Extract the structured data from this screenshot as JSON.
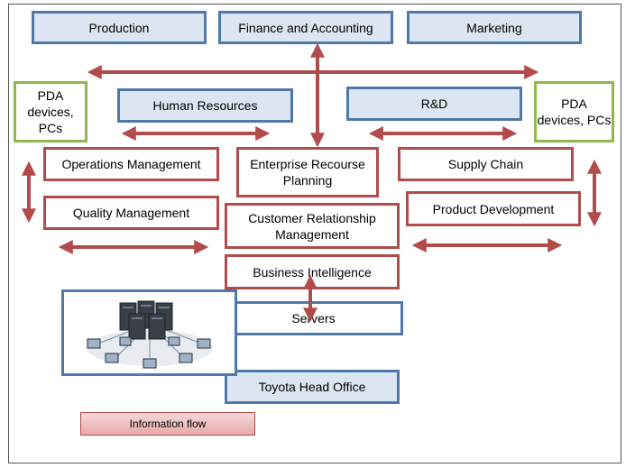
{
  "top_row": {
    "production": "Production",
    "finance": "Finance and Accounting",
    "marketing": "Marketing"
  },
  "pda_left": "PDA devices, PCs",
  "pda_right": "PDA devices, PCs",
  "second_row": {
    "hr": "Human Resources",
    "rnd": "R&D"
  },
  "modules": {
    "ops": "Operations Management",
    "erp": "Enterprise Recourse Planning",
    "supply": "Supply Chain",
    "quality": "Quality Management",
    "crm": "Customer Relationship Management",
    "product_dev": "Product Development",
    "bi": "Business Intelligence"
  },
  "servers": "Servers",
  "head_office": "Toyota Head Office",
  "legend": "Information flow",
  "colors": {
    "blue_border": "#4f79a8",
    "blue_fill": "#dce6f2",
    "red_border": "#b24b4b",
    "green_border": "#8fb74a",
    "arrow": "#b24b4b"
  }
}
